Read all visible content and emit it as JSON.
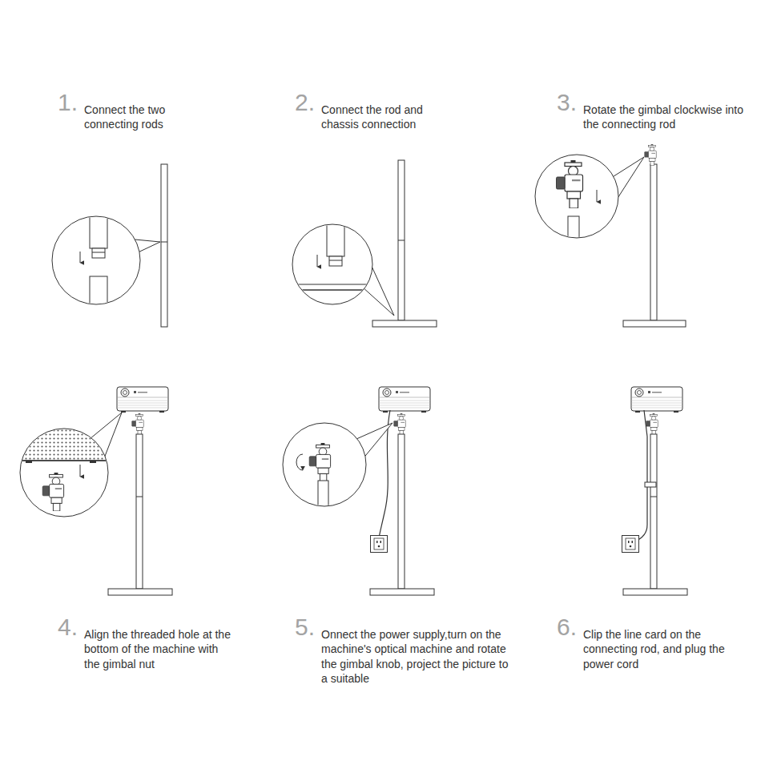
{
  "diagram": {
    "labels": [
      "1.",
      "Connect the two connecting rods",
      "2.",
      "Connect the rod and chassis connection",
      "3.",
      "Rotate the gimbal clockwise into the connecting rod",
      "4.",
      "Align the threaded hole at the bottom of the machine with the gimbal nut",
      "5.",
      "Onnect the power supply,turn on the machine's optical machine and rotate the gimbal knob, project the picture to a suitable",
      "6.",
      "Clip the line card on the connecting rod, and plug the power cord"
    ]
  }
}
